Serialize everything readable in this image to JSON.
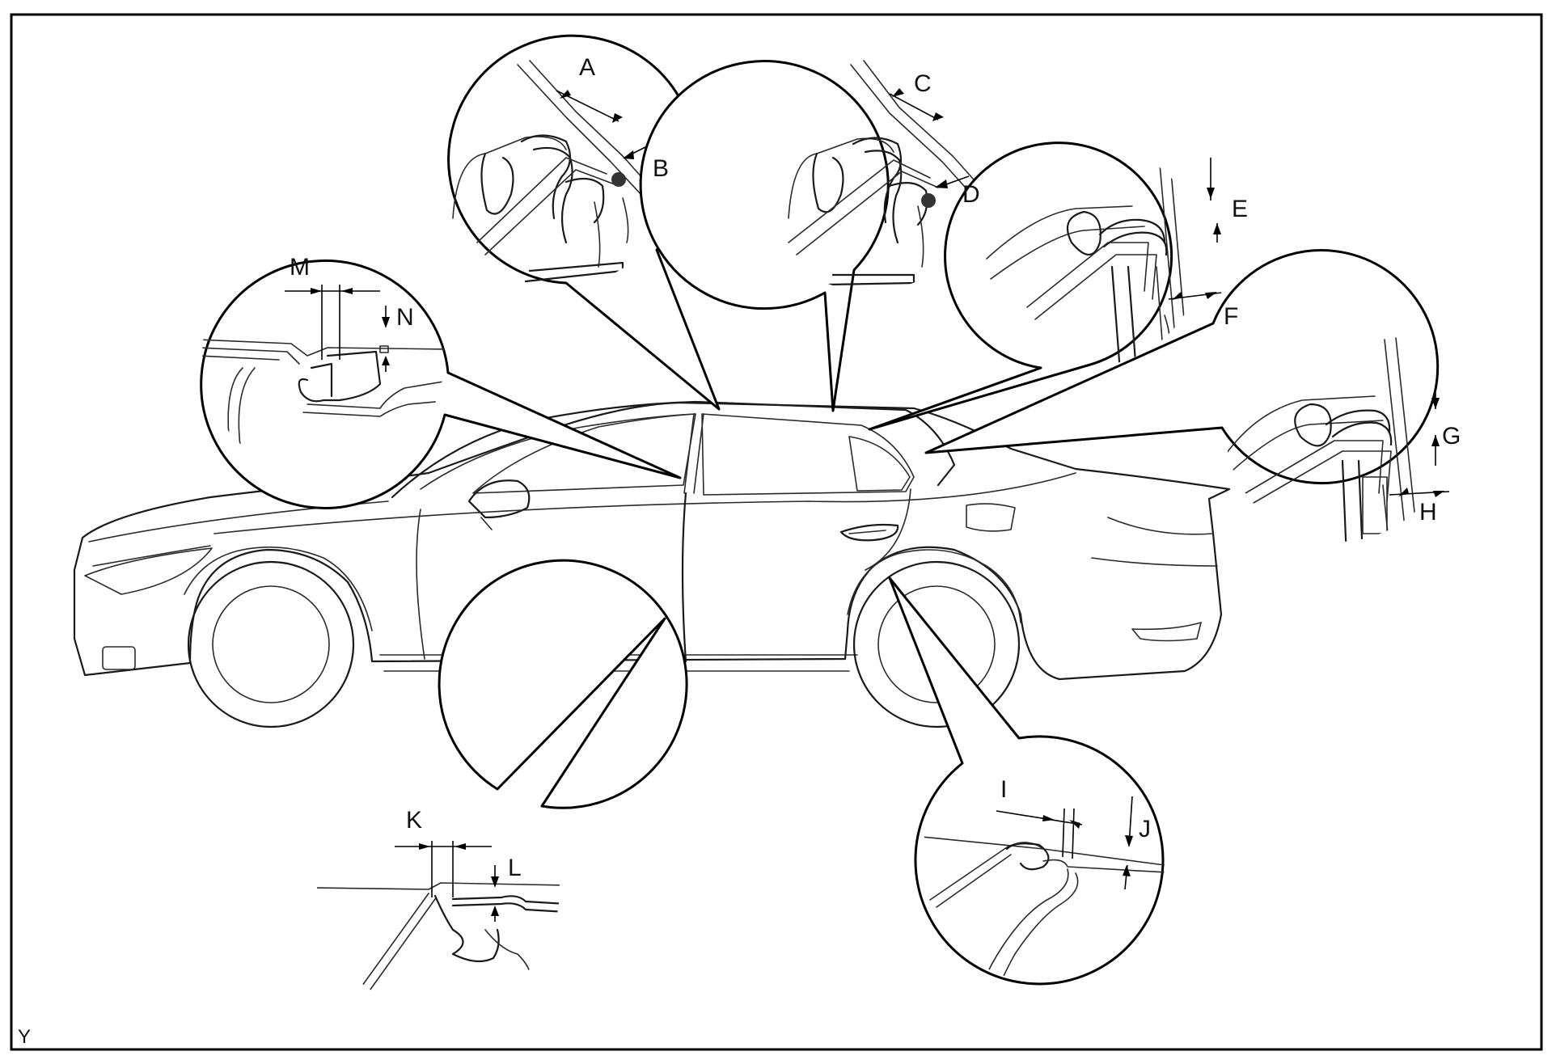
{
  "figure_code": "Y",
  "callouts": {
    "A": "A",
    "B": "B",
    "C": "C",
    "D": "D",
    "E": "E",
    "F": "F",
    "G": "G",
    "H": "H",
    "I": "I",
    "J": "J",
    "K": "K",
    "L": "L",
    "M": "M",
    "N": "N"
  }
}
